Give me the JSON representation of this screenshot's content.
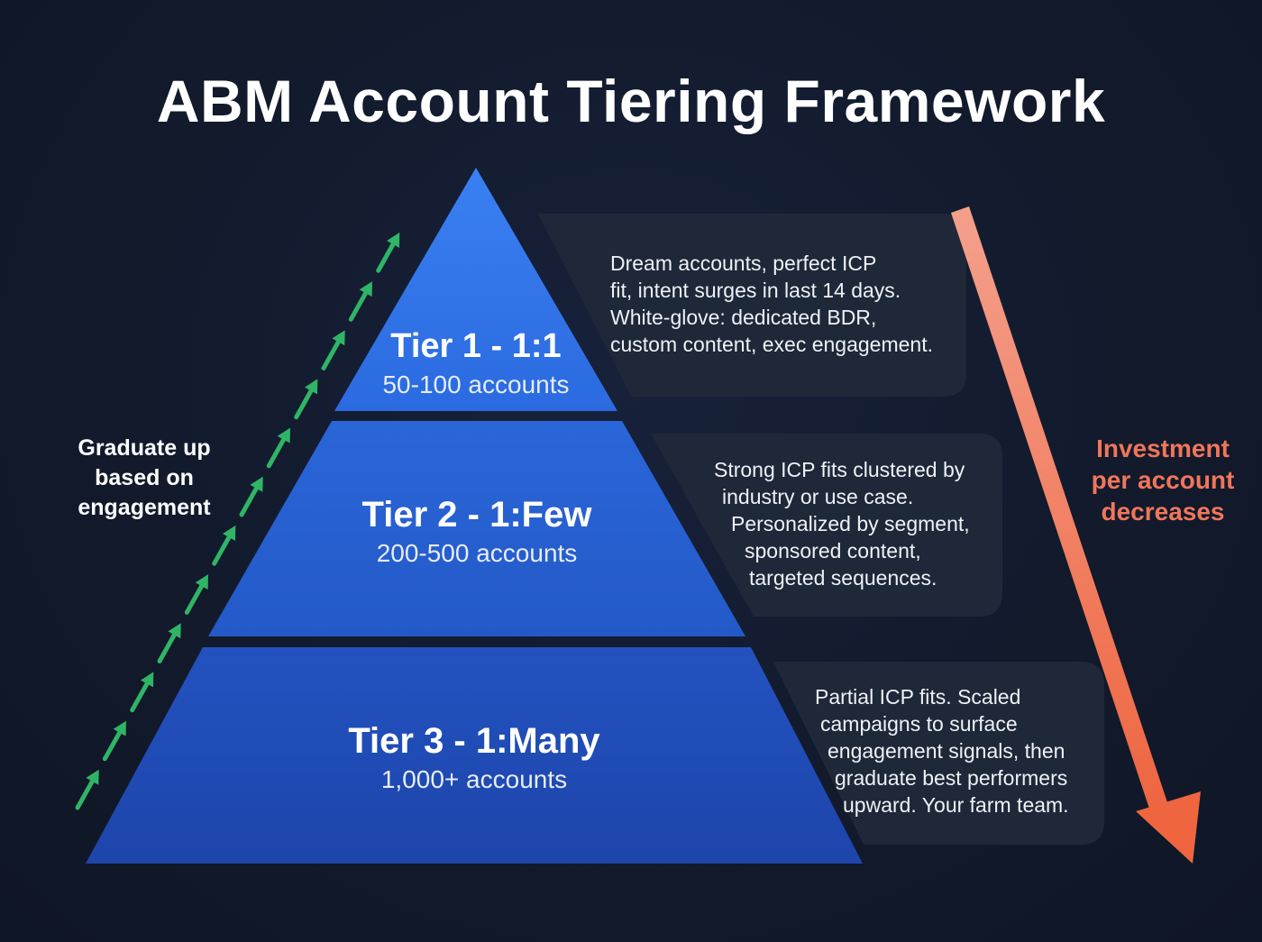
{
  "title": "ABM Account Tiering Framework",
  "tiers": [
    {
      "name": "Tier 1 - 1:1",
      "count": "50-100 accounts",
      "description": [
        "Dream accounts, perfect ICP",
        "fit, intent surges in last 14 days.",
        "White-glove: dedicated BDR,",
        "custom content, exec engagement."
      ]
    },
    {
      "name": "Tier 2 - 1:Few",
      "count": "200-500 accounts",
      "description": [
        "Strong ICP fits clustered by",
        "industry or use case.",
        "Personalized by segment,",
        "sponsored content,",
        "targeted sequences."
      ]
    },
    {
      "name": "Tier 3 - 1:Many",
      "count": "1,000+ accounts",
      "description": [
        "Partial ICP fits. Scaled",
        "campaigns to surface",
        "engagement signals, then",
        "graduate best performers",
        "upward. Your farm team."
      ]
    }
  ],
  "left_label": [
    "Graduate up",
    "based on",
    "engagement"
  ],
  "right_label": [
    "Investment",
    "per account",
    "decreases"
  ],
  "colors": {
    "background": "#121a2c",
    "tier1": "#2f73e8",
    "tier2": "#2660d2",
    "tier3": "#1f4cb8",
    "card": "#1f2838",
    "graduate_arrow": "#2fb565",
    "investment_arrow": "#f0765a"
  },
  "icons": {
    "left": "up-arrow-chain-icon",
    "right": "down-arrow-icon"
  }
}
